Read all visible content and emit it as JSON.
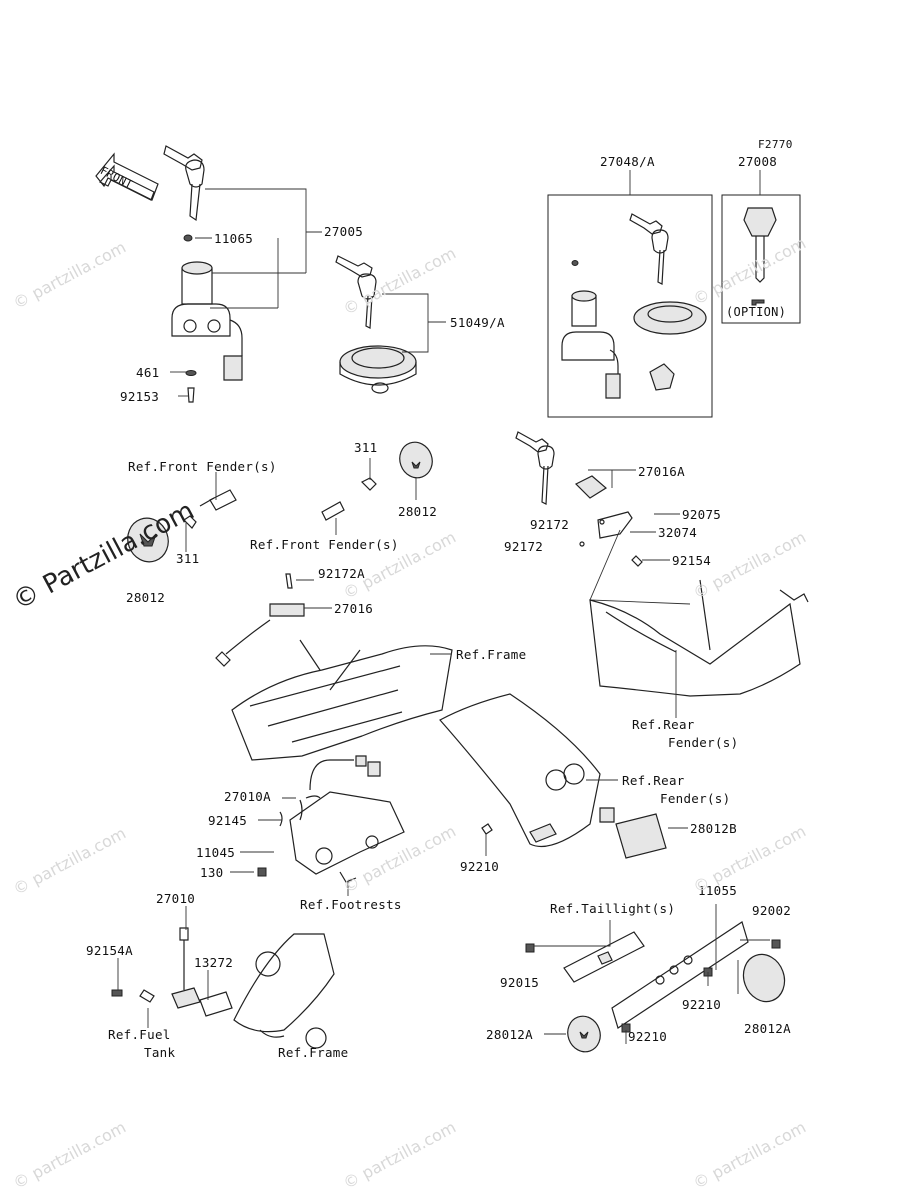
{
  "figure_code": "F2770",
  "front_label": "FRONT",
  "watermark": "© Partzilla.com",
  "watermark_small": "© partzilla.com",
  "option_label": "(OPTION)",
  "labels": {
    "p27005": "27005",
    "p11065": "11065",
    "p461": "461",
    "p92153": "92153",
    "p51049A": "51049/A",
    "p27048A": "27048/A",
    "p27008": "27008",
    "ref_front_fender_1": "Ref.Front Fender(s)",
    "p311_a": "311",
    "p28012_a": "28012",
    "p311_b": "311",
    "p28012_b": "28012",
    "ref_front_fender_2": "Ref.Front Fender(s)",
    "p27016A": "27016A",
    "p92172_a": "92172",
    "p92075": "92075",
    "p32074": "32074",
    "p92172_b": "92172",
    "p92154": "92154",
    "p92172A": "92172A",
    "p27016": "27016",
    "ref_frame_1": "Ref.Frame",
    "ref_rear_fender_1a": "Ref.Rear",
    "ref_rear_fender_1b": "Fender(s)",
    "ref_rear_fender_2a": "Ref.Rear",
    "ref_rear_fender_2b": "Fender(s)",
    "p27010A": "27010A",
    "p92145": "92145",
    "p28012B": "28012B",
    "p11045": "11045",
    "p130": "130",
    "p92210_a": "92210",
    "ref_footrests": "Ref.Footrests",
    "p11055": "11055",
    "p27010": "27010",
    "ref_taillight": "Ref.Taillight(s)",
    "p92002": "92002",
    "p92154A": "92154A",
    "p13272": "13272",
    "p92015": "92015",
    "p92210_b": "92210",
    "ref_fuel_a": "Ref.Fuel",
    "ref_fuel_b": "Tank",
    "ref_frame_2": "Ref.Frame",
    "p28012A_a": "28012A",
    "p92210_c": "92210",
    "p28012A_b": "28012A"
  },
  "colors": {
    "line": "#222222",
    "watermark": "#d8d8d8",
    "background": "#ffffff"
  }
}
